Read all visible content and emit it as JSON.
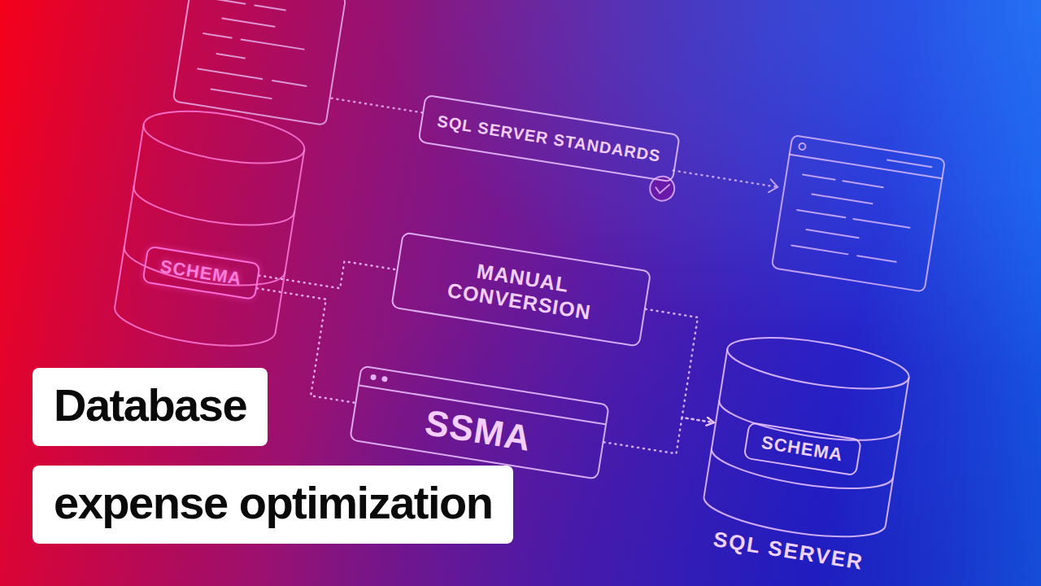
{
  "diagram": {
    "nodes": [
      {
        "text": [
          "SQL SERVER STANDARDS"
        ]
      },
      {
        "text": [
          "SCHEMA"
        ]
      },
      {
        "text": [
          "MANUAL CONVERSION"
        ]
      },
      {
        "text": [
          "SSMA"
        ]
      },
      {
        "text": [
          "SQL SERVER"
        ]
      },
      {
        "text": [
          "SCHEMA"
        ],
        "in": 4
      }
    ],
    "edges": [
      {
        "from": 1,
        "to": 2,
        "arrow": "none"
      },
      {
        "from": 1,
        "to": 3,
        "arrow": "none"
      },
      {
        "from": 2,
        "to": 4,
        "arrow": "to"
      },
      {
        "from": 3,
        "to": 4,
        "arrow": "to"
      }
    ],
    "labels": [
      "Database",
      "expense optimization"
    ]
  }
}
